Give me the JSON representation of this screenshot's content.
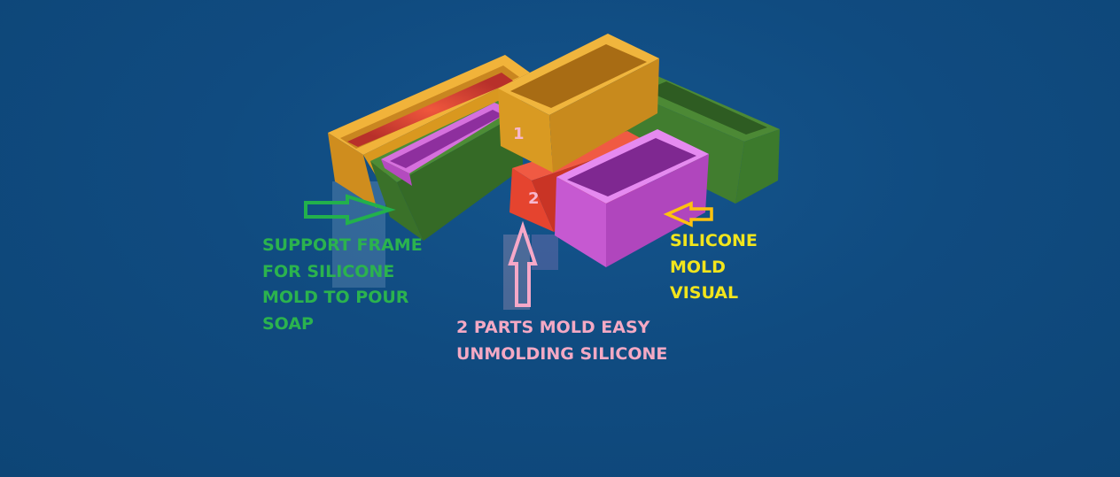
{
  "support_frame_label": [
    "SUPPORT FRAME",
    "FOR SILICONE",
    "MOLD TO POUR",
    "SOAP"
  ],
  "silicone_mold_label": [
    "SILICONE",
    "MOLD",
    "VISUAL"
  ],
  "two_parts_label": [
    "2 PARTS MOLD EASY",
    "UNMOLDING SILICONE"
  ],
  "part_numbers": [
    "1",
    "2"
  ],
  "colors": {
    "background": "#0f4a7c",
    "support_frame_text": "#2bb34e",
    "silicone_text": "#f2e51c",
    "parts_text": "#f4a9c4",
    "orange_box": "#e3a21f",
    "green_box": "#3e7a2c",
    "pink_box": "#c55bd0",
    "red_block": "#e2412e",
    "arrow_green": "#22b14c",
    "arrow_yellow": "#ffc20e",
    "arrow_pink": "#f7a8c8"
  }
}
